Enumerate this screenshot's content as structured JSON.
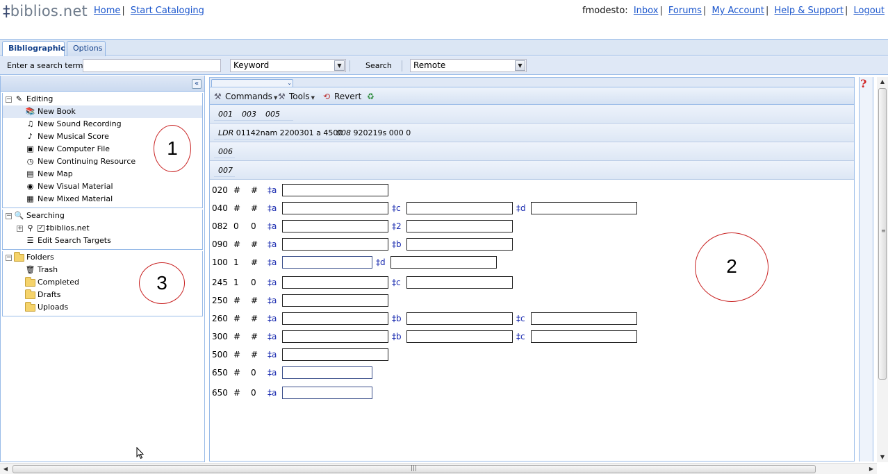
{
  "header": {
    "logo_mark": "‡",
    "logo_text": "biblios.net",
    "nav": [
      {
        "label": "Home"
      },
      {
        "label": "Start Cataloging"
      }
    ],
    "nav_sep": "|",
    "username": "fmodesto:",
    "user_links": [
      {
        "label": "Inbox"
      },
      {
        "label": "Forums"
      },
      {
        "label": "My Account"
      },
      {
        "label": "Help & Support"
      },
      {
        "label": "Logout"
      }
    ]
  },
  "tabs": [
    {
      "label": "Bibliographic",
      "active": true
    },
    {
      "label": "Options",
      "active": false
    }
  ],
  "search": {
    "label": "Enter a search term:",
    "value": "",
    "type_selected": "Keyword",
    "button": "Search",
    "target_selected": "Remote"
  },
  "sidebar": {
    "collapse_glyph": "«",
    "sections": [
      {
        "label": "Editing",
        "items": [
          {
            "label": "New Book",
            "icon": "book-icon",
            "selected": true
          },
          {
            "label": "New Sound Recording",
            "icon": "sound-icon"
          },
          {
            "label": "New Musical Score",
            "icon": "score-icon"
          },
          {
            "label": "New Computer File",
            "icon": "computer-icon"
          },
          {
            "label": "New Continuing Resource",
            "icon": "clock-icon"
          },
          {
            "label": "New Map",
            "icon": "map-icon"
          },
          {
            "label": "New Visual Material",
            "icon": "visual-icon"
          },
          {
            "label": "New Mixed Material",
            "icon": "mixed-icon"
          }
        ]
      },
      {
        "label": "Searching",
        "items": [
          {
            "label": "‡biblios.net",
            "icon": "search-target-icon",
            "checked": true
          },
          {
            "label": "Edit Search Targets",
            "icon": "edit-targets-icon"
          }
        ]
      },
      {
        "label": "Folders",
        "items": [
          {
            "label": "Trash",
            "icon": "trash-icon"
          },
          {
            "label": "Completed",
            "icon": "folder-icon"
          },
          {
            "label": "Drafts",
            "icon": "folder-icon"
          },
          {
            "label": "Uploads",
            "icon": "folder-icon"
          }
        ]
      }
    ]
  },
  "annotations": [
    {
      "label": "1"
    },
    {
      "label": "2"
    },
    {
      "label": "3"
    }
  ],
  "editor": {
    "toolbar": {
      "commands": "Commands",
      "tools": "Tools",
      "revert": "Revert"
    },
    "control_tags": [
      "001",
      "003",
      "005"
    ],
    "leader_label": "LDR",
    "leader_value": "01142nam 2200301 a 4500",
    "f008_label": "008",
    "f008_value": "920219s 000 0",
    "f006_label": "006",
    "f007_label": "007",
    "fields": [
      {
        "tag": "020",
        "ind1": "#",
        "ind2": "#",
        "subfields": [
          {
            "code": "‡a",
            "value": ""
          }
        ]
      },
      {
        "tag": "040",
        "ind1": "#",
        "ind2": "#",
        "subfields": [
          {
            "code": "‡a",
            "value": ""
          },
          {
            "code": "‡c",
            "value": ""
          },
          {
            "code": "‡d",
            "value": ""
          }
        ]
      },
      {
        "tag": "082",
        "ind1": "0",
        "ind2": "0",
        "subfields": [
          {
            "code": "‡a",
            "value": ""
          },
          {
            "code": "‡2",
            "value": ""
          }
        ]
      },
      {
        "tag": "090",
        "ind1": "#",
        "ind2": "#",
        "subfields": [
          {
            "code": "‡a",
            "value": ""
          },
          {
            "code": "‡b",
            "value": ""
          }
        ]
      },
      {
        "tag": "100",
        "ind1": "1",
        "ind2": "#",
        "subfields": [
          {
            "code": "‡a",
            "value": ""
          },
          {
            "code": "‡d",
            "value": ""
          }
        ]
      },
      {
        "tag": "245",
        "ind1": "1",
        "ind2": "0",
        "subfields": [
          {
            "code": "‡a",
            "value": ""
          },
          {
            "code": "‡c",
            "value": ""
          }
        ]
      },
      {
        "tag": "250",
        "ind1": "#",
        "ind2": "#",
        "subfields": [
          {
            "code": "‡a",
            "value": ""
          }
        ]
      },
      {
        "tag": "260",
        "ind1": "#",
        "ind2": "#",
        "subfields": [
          {
            "code": "‡a",
            "value": ""
          },
          {
            "code": "‡b",
            "value": ""
          },
          {
            "code": "‡c",
            "value": ""
          }
        ]
      },
      {
        "tag": "300",
        "ind1": "#",
        "ind2": "#",
        "subfields": [
          {
            "code": "‡a",
            "value": ""
          },
          {
            "code": "‡b",
            "value": ""
          },
          {
            "code": "‡c",
            "value": ""
          }
        ]
      },
      {
        "tag": "500",
        "ind1": "#",
        "ind2": "#",
        "subfields": [
          {
            "code": "‡a",
            "value": ""
          }
        ]
      },
      {
        "tag": "650",
        "ind1": "#",
        "ind2": "0",
        "subfields": [
          {
            "code": "‡a",
            "value": ""
          }
        ]
      },
      {
        "tag": "650",
        "ind1": "#",
        "ind2": "0",
        "subfields": [
          {
            "code": "‡a",
            "value": ""
          }
        ]
      }
    ]
  },
  "help_glyph": "?",
  "colors": {
    "link": "#1a55cc",
    "panel_border": "#99bbe8",
    "subfield_code": "#1a2bb0",
    "annotation": "#c82020"
  }
}
